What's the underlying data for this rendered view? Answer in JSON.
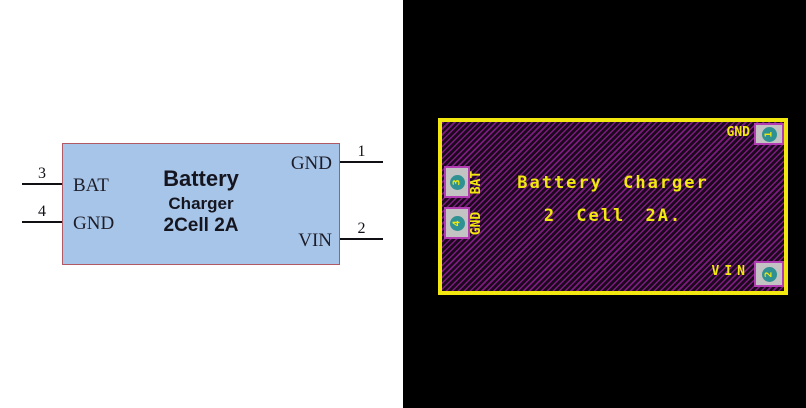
{
  "colors": {
    "left_panel_bg": "#ffffff",
    "right_panel_bg": "#000000",
    "schematic_fill": "#a7c5e8",
    "schematic_border": "#b25a64",
    "schematic_text": "#15151f",
    "wire_black": "#101014",
    "pcb_outline_yellow": "#f2e70e",
    "pcb_hatch_purple": "#7d1b80",
    "pcb_hatch_dark": "#1c091d",
    "pad_gray": "#c3c3c3",
    "pad_border_magenta": "#b23cb2",
    "pad_hole_teal": "#2f9191",
    "silk_text_yellow": "#f2e70e"
  },
  "schematic": {
    "title_line1": "Battery",
    "title_line2": "Charger",
    "title_line3": "2Cell 2A",
    "pins": [
      {
        "number": "1",
        "name": "GND",
        "side": "right"
      },
      {
        "number": "2",
        "name": "VIN",
        "side": "right"
      },
      {
        "number": "3",
        "name": "BAT",
        "side": "left"
      },
      {
        "number": "4",
        "name": "GND",
        "side": "left"
      }
    ]
  },
  "pcb": {
    "title_line1": "Battery Charger",
    "title_line2": "2 Cell 2A.",
    "pads": [
      {
        "number": "1",
        "label": "GND",
        "position": "top-right"
      },
      {
        "number": "2",
        "label": "VIN",
        "position": "bottom-right"
      },
      {
        "number": "3",
        "label": "BAT",
        "position": "left-top"
      },
      {
        "number": "4",
        "label": "GND",
        "position": "left-bottom"
      }
    ]
  }
}
